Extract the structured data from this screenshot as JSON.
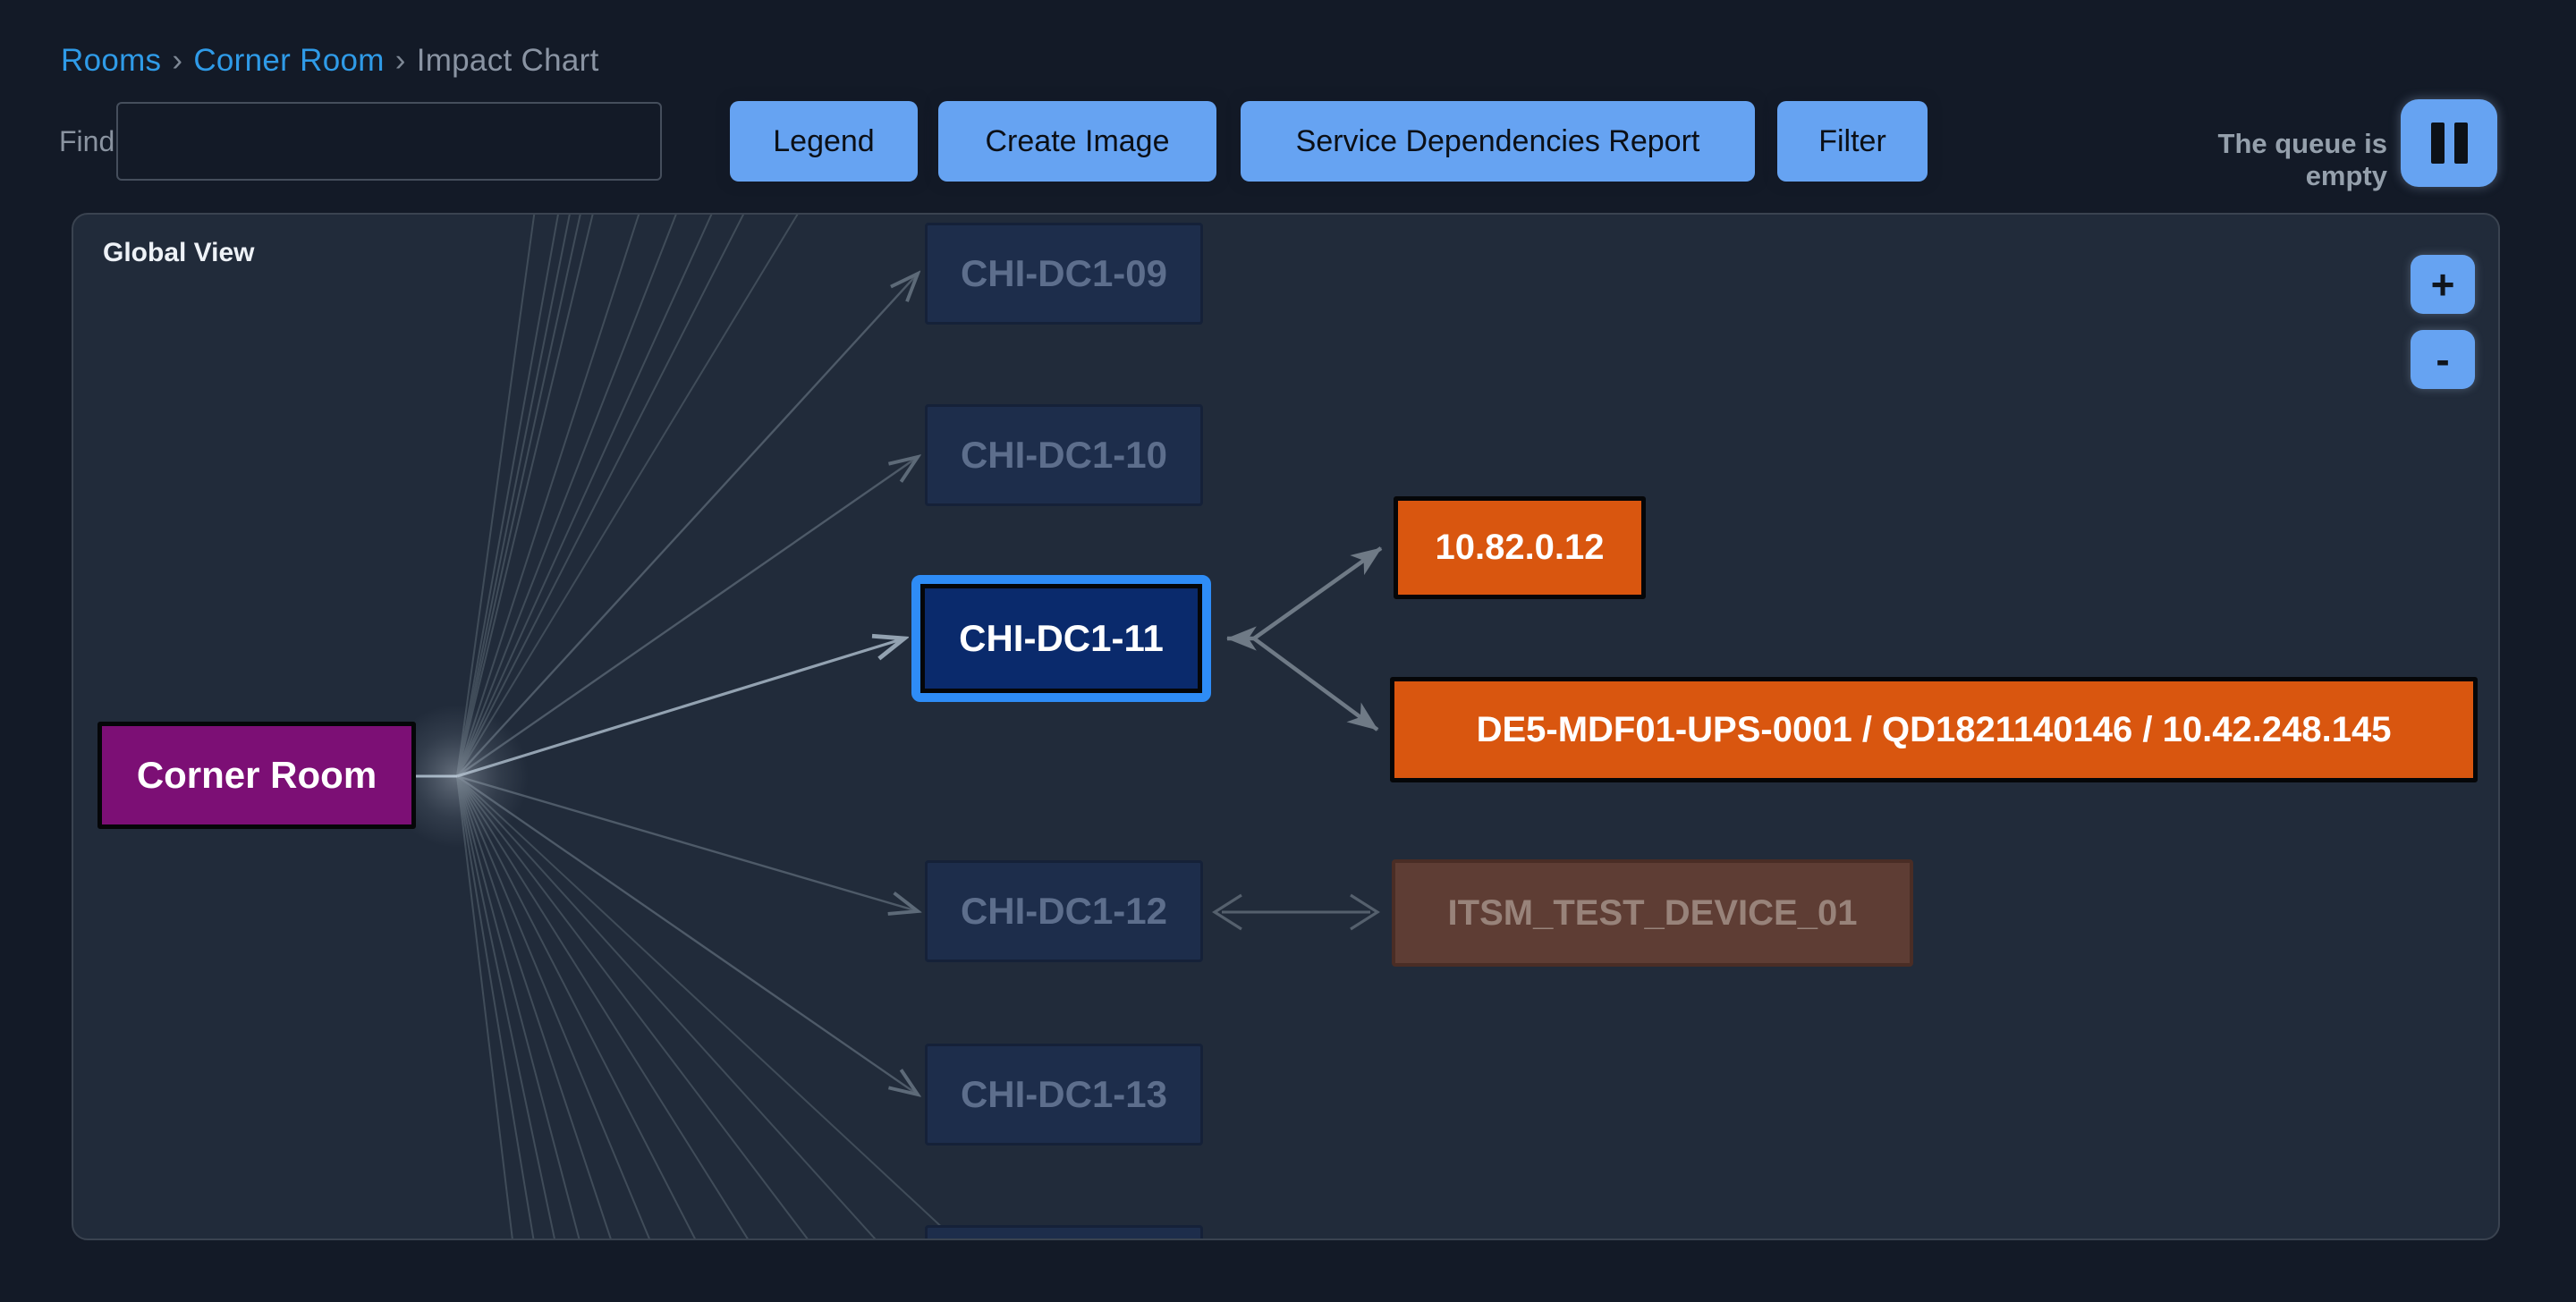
{
  "breadcrumb": {
    "separator": "›",
    "items": [
      {
        "label": "Rooms",
        "link": true
      },
      {
        "label": "Corner Room",
        "link": true
      },
      {
        "label": "Impact Chart",
        "link": false
      }
    ]
  },
  "toolbar": {
    "find_label": "Find",
    "find_value": "",
    "buttons": [
      "Legend",
      "Create Image",
      "Service Dependencies Report",
      "Filter"
    ],
    "queue_status": "The queue is empty",
    "pause_icon": "pause-icon"
  },
  "chart": {
    "view_label": "Global View",
    "zoom_in_label": "+",
    "zoom_out_label": "-",
    "nodes": [
      {
        "id": "corner-room",
        "label": "Corner Room",
        "type": "room"
      },
      {
        "id": "chi-dc1-09",
        "label": "CHI-DC1-09",
        "type": "rack-dimmed"
      },
      {
        "id": "chi-dc1-10",
        "label": "CHI-DC1-10",
        "type": "rack-dimmed"
      },
      {
        "id": "chi-dc1-11",
        "label": "CHI-DC1-11",
        "type": "rack-selected"
      },
      {
        "id": "chi-dc1-12",
        "label": "CHI-DC1-12",
        "type": "rack-dimmed"
      },
      {
        "id": "chi-dc1-13",
        "label": "CHI-DC1-13",
        "type": "rack-dimmed"
      },
      {
        "id": "ip-device",
        "label": "10.82.0.12",
        "type": "impacted-device"
      },
      {
        "id": "ups-device",
        "label": "DE5-MDF01-UPS-0001 / QD1821140146 / 10.42.248.145",
        "type": "impacted-device"
      },
      {
        "id": "itsm-device",
        "label": "ITSM_TEST_DEVICE_01",
        "type": "test-device-dimmed"
      },
      {
        "id": "partial-node",
        "label": "",
        "type": "rack-dimmed-clipped"
      }
    ],
    "edges": [
      {
        "from": "Corner Room",
        "to": "CHI-DC1-09",
        "arrows": "to"
      },
      {
        "from": "Corner Room",
        "to": "CHI-DC1-10",
        "arrows": "to"
      },
      {
        "from": "Corner Room",
        "to": "CHI-DC1-11",
        "arrows": "to",
        "highlighted": true
      },
      {
        "from": "Corner Room",
        "to": "CHI-DC1-12",
        "arrows": "to"
      },
      {
        "from": "Corner Room",
        "to": "CHI-DC1-13",
        "arrows": "to"
      },
      {
        "from": "CHI-DC1-11",
        "to": "10.82.0.12",
        "arrows": "both"
      },
      {
        "from": "CHI-DC1-11",
        "to": "DE5-MDF01-UPS-0001 / QD1821140146 / 10.42.248.145",
        "arrows": "both"
      },
      {
        "from": "CHI-DC1-12",
        "to": "ITSM_TEST_DEVICE_01",
        "arrows": "both"
      }
    ],
    "offscreen_fan_lines": {
      "above_view": 10,
      "below_view": 11
    },
    "colors": {
      "page_bg": "#131a27",
      "panel_bg": "#212b3a",
      "accent_button": "#66a3f2",
      "link_blue": "#2f9be8",
      "selected_border": "#2e8cf6",
      "selected_node_fill": "#0a2a6c",
      "room_node_fill": "#7c0f75",
      "impacted_node_fill": "#d9560f",
      "dimmed_node_fill": "#1d2d4b",
      "test_node_fill": "#5e3d34",
      "edge_gray": "#6f7a86",
      "edge_faded": "#44505d"
    }
  }
}
